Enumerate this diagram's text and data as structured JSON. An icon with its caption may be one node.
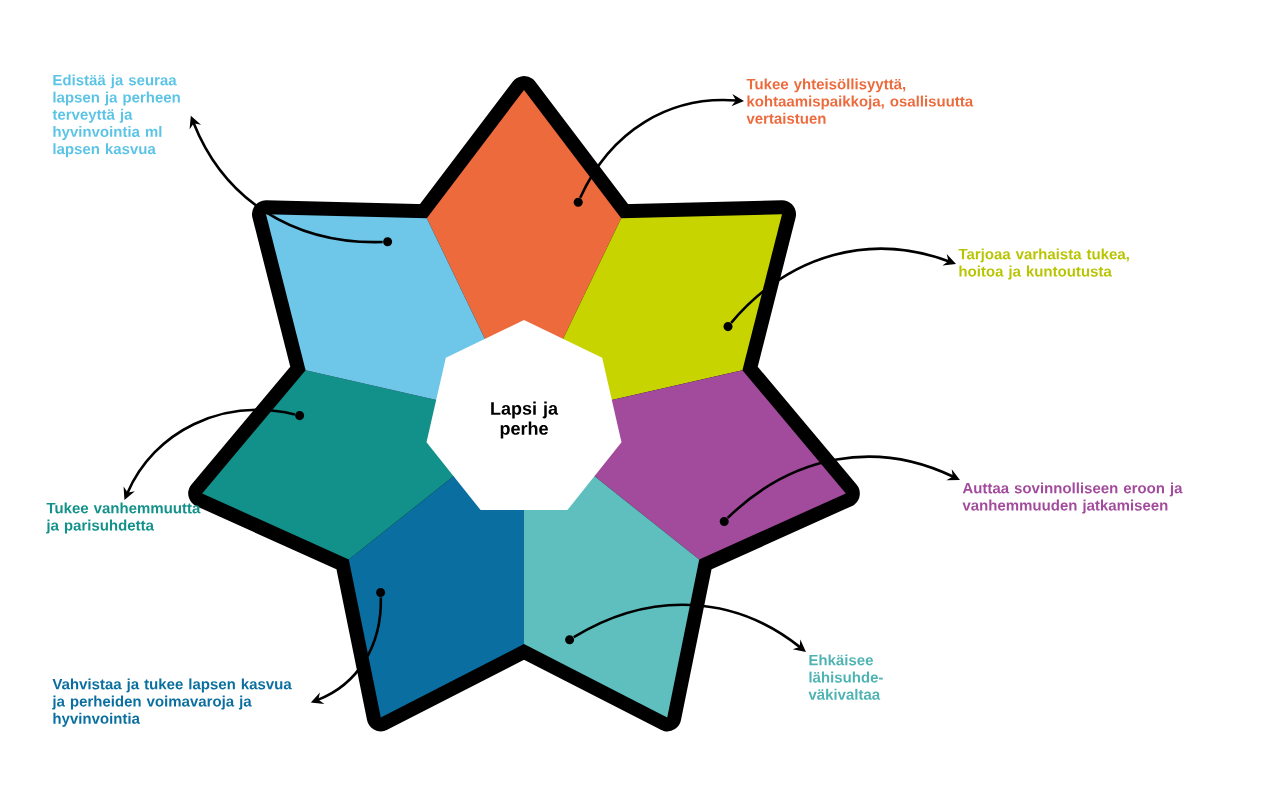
{
  "diagram": {
    "nodes": [
      {
        "text": [
          "Edistää ja seuraa lapsen ja perheen terveyttä ja hyvinvointia ml lapsen kasvua"
        ]
      },
      {
        "text": [
          "Tukee yhteisöllisyyttä, kohtaamispaikkoja, osallisuutta vertaistuen"
        ]
      },
      {
        "text": [
          "Tarjoaa varhaista tukea, hoitoa ja kuntoutusta"
        ]
      },
      {
        "text": [
          "Tukee vanhemmuutta ja parisuhdetta"
        ]
      },
      {
        "text": [
          "Auttaa sovinnolliseen eroon ja vanhemmuuden jatkamiseen"
        ]
      },
      {
        "text": [
          "Vahvistaa ja tukee lapsen kasvua ja perheiden voimavaroja ja hyvinvointia"
        ]
      },
      {
        "text": [
          "Ehkäisee lähisuhde- väkivaltaa"
        ]
      },
      {
        "text": [
          "Lapsi ja perhe"
        ]
      },
      {
        "text": [],
        "shape": "circle"
      },
      {
        "text": [],
        "shape": "circle"
      },
      {
        "text": [],
        "shape": "circle"
      },
      {
        "text": [],
        "shape": "circle"
      },
      {
        "text": [],
        "shape": "circle"
      },
      {
        "text": [],
        "shape": "circle"
      },
      {
        "text": [],
        "shape": "circle"
      }
    ],
    "edges": [
      {
        "from": 8,
        "to": 1,
        "arrow": "to"
      },
      {
        "from": 9,
        "to": 2,
        "arrow": "to"
      },
      {
        "from": 10,
        "to": 4,
        "arrow": "to"
      },
      {
        "from": 11,
        "to": 6,
        "arrow": "to"
      },
      {
        "from": 12,
        "to": 5,
        "arrow": "to"
      },
      {
        "from": 13,
        "to": 3,
        "arrow": "to"
      },
      {
        "from": 14,
        "to": 0,
        "arrow": "to"
      }
    ]
  }
}
